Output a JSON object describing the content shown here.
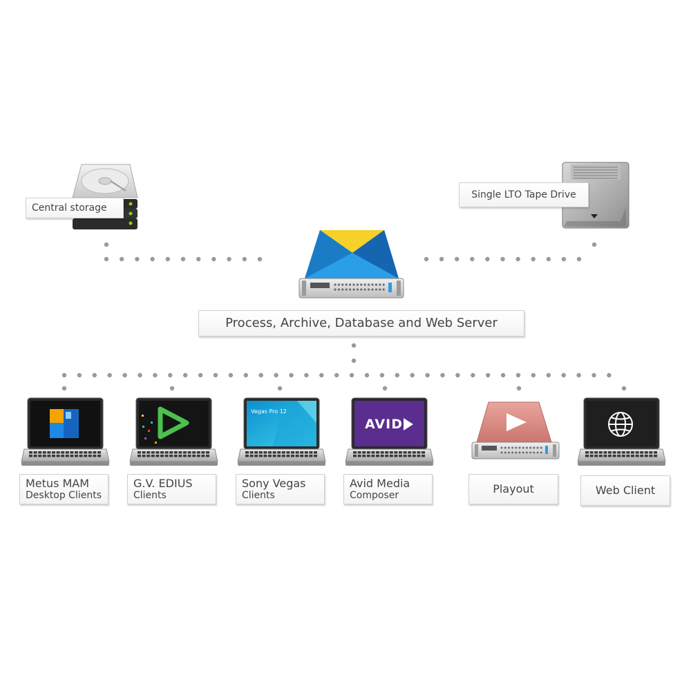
{
  "nodes": {
    "central_storage": "Central storage",
    "lto_tape_drive": "Single LTO Tape Drive",
    "server": "Process, Archive, Database and Web Server",
    "clients": [
      {
        "line1": "Metus MAM",
        "line2": "Desktop Clients",
        "screen_text": ""
      },
      {
        "line1": "G.V. EDIUS",
        "line2": "Clients",
        "screen_text": ""
      },
      {
        "line1": "Sony Vegas",
        "line2": "Clients",
        "screen_text": "Vegas Pro 12"
      },
      {
        "line1": "Avid Media",
        "line2": "Composer",
        "screen_text": "AVID"
      },
      {
        "line1": "Playout",
        "line2": "",
        "screen_text": ""
      },
      {
        "line1": "Web Client",
        "line2": "",
        "screen_text": ""
      }
    ]
  },
  "colors": {
    "connector_dots": "#9a9a9a",
    "server_top_yellow": "#f5d12a",
    "server_top_blue": "#1f8fd8",
    "playout_body": "#d98c84",
    "avid_purple": "#5b2d8f",
    "metus_blue": "#1565c0",
    "metus_orange": "#f4a300",
    "edius_green": "#4cc04c",
    "storage_led": "#8fd400"
  },
  "icons": {
    "central_storage": "hard-drive-stack-icon",
    "lto_tape_drive": "tape-drive-icon",
    "server": "rack-server-icon",
    "playout": "play-server-icon",
    "web_client": "globe-icon"
  }
}
